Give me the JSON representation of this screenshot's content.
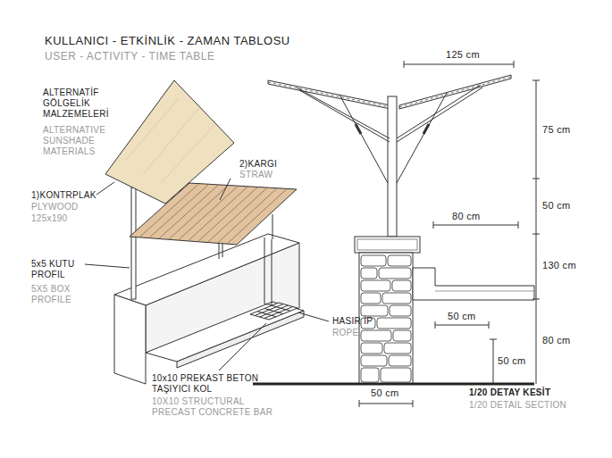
{
  "diagram": {
    "title": "KULLANICI - ETKİNLİK - ZAMAN TABLOSU",
    "labels": [
      "USER - ACTIVITY - TIME TABLE",
      "ALTERNATİF GÖLGELİK MALZEMELERİ",
      "ALTERNATIVE SUNSHADE MATERIALS",
      "1)KONTRPLAK",
      "PLYWOOD",
      "125x190",
      "2)KARGI",
      "STRAW",
      "5x5 KUTU PROFIL",
      "5X5 BOX PROFILE",
      "HASIR İP",
      "ROPE",
      "10x10 PREKAST BETON TAŞIYICI KOL",
      "10X10 STRUCTURAL PRECAST CONCRETE BAR",
      "125 cm",
      "75 cm",
      "50 cm",
      "80 cm",
      "130 cm",
      "50 cm",
      "80 cm",
      "50 cm",
      "50 cm",
      "1/20 DETAY KESİT",
      "1/20 DETAIL SECTION"
    ]
  }
}
